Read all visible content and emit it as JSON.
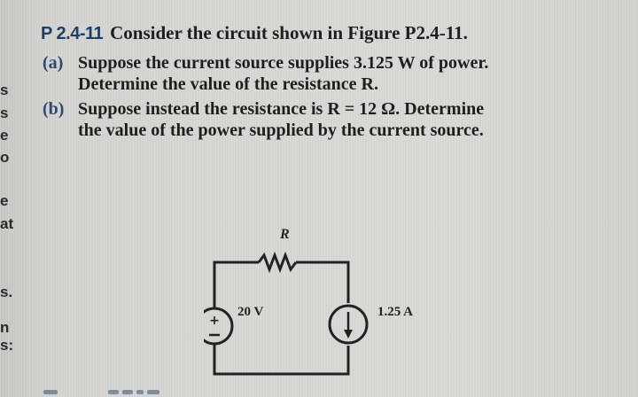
{
  "problem": {
    "number": "P 2.4-11",
    "intro": "Consider the circuit shown in Figure P2.4-11.",
    "parts": [
      {
        "label": "(a)",
        "lines": [
          "Suppose the current source supplies 3.125 W of power.",
          "Determine the value of the resistance R."
        ]
      },
      {
        "label": "(b)",
        "lines": [
          "Suppose instead the resistance is R = 12 Ω. Determine",
          "the value of the power supplied by the current source."
        ]
      }
    ]
  },
  "figure": {
    "resistor_label": "R",
    "voltage_source_label": "20 V",
    "current_source_label": "1.25 A"
  },
  "edge_text": [
    "s",
    "s",
    "e",
    "o",
    "e",
    "at",
    "s.",
    "n",
    "s:"
  ],
  "colors": {
    "problem_number": "#1c3f66",
    "part_label": "#2b4a70",
    "text": "#1e1e1e",
    "paper": "#d6d6d2"
  }
}
